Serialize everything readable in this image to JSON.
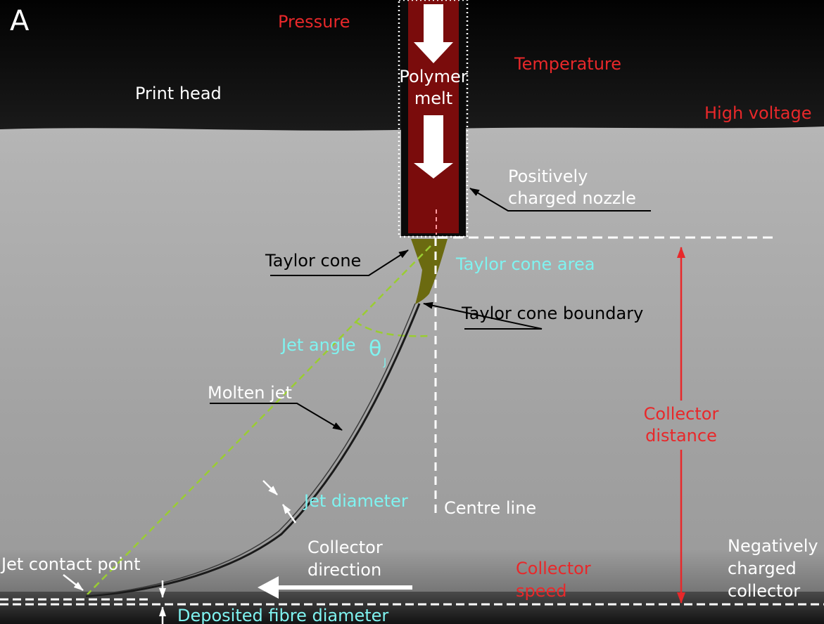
{
  "panel_letter": "A",
  "labels": {
    "pressure": "Pressure",
    "temperature": "Temperature",
    "high_voltage": "High voltage",
    "print_head": "Print head",
    "polymer_melt_1": "Polymer",
    "polymer_melt_2": "melt",
    "positively_charged_1": "Positively",
    "positively_charged_2": "charged nozzle",
    "taylor_cone": "Taylor cone",
    "taylor_cone_area": "Taylor cone area",
    "taylor_cone_boundary": "Taylor cone boundary",
    "jet_angle": "Jet angle",
    "theta": "θ",
    "theta_sub": "J",
    "molten_jet": "Molten jet",
    "jet_diameter": "Jet diameter",
    "centre_line": "Centre line",
    "collector_distance_1": "Collector",
    "collector_distance_2": "distance",
    "collector_direction_1": "Collector",
    "collector_direction_2": "direction",
    "collector_speed_1": "Collector",
    "collector_speed_2": "speed",
    "negatively_1": "Negatively",
    "negatively_2": "charged",
    "negatively_3": "collector",
    "jet_contact_point": "Jet contact point",
    "deposited_fibre_diameter": "Deposited fibre diameter"
  },
  "colors": {
    "annotation_red": "#e8282a",
    "annotation_cyan": "#7ff3f0",
    "nozzle_fill": "#7a0c0c",
    "cone_fill": "#6b6a10",
    "guide_green": "#9acd32"
  }
}
